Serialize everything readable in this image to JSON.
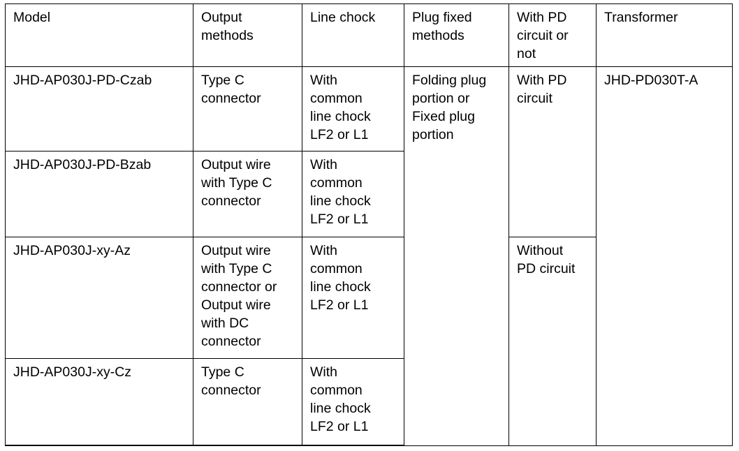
{
  "table": {
    "columns": [
      {
        "key": "model",
        "label": "Model"
      },
      {
        "key": "output",
        "label": "Output\nmethods"
      },
      {
        "key": "chock",
        "label": "Line chock"
      },
      {
        "key": "plug",
        "label": "Plug fixed\nmethods"
      },
      {
        "key": "pd",
        "label": "With PD\ncircuit or\nnot"
      },
      {
        "key": "transformer",
        "label": "Transformer"
      }
    ],
    "rows": [
      {
        "model": "JHD-AP030J-PD-Czab",
        "output": "Type C\nconnector",
        "chock": "With\ncommon\nline chock\nLF2 or L1"
      },
      {
        "model": "JHD-AP030J-PD-Bzab",
        "output": "Output wire\nwith Type C\nconnector",
        "chock": "With\ncommon\nline chock\nLF2 or L1"
      },
      {
        "model": "JHD-AP030J-xy-Az",
        "output": "Output wire\nwith Type C\nconnector or\nOutput wire\nwith DC\nconnector",
        "chock": "With\ncommon\nline chock\nLF2 or L1"
      },
      {
        "model": "JHD-AP030J-xy-Cz",
        "output": "Type C\nconnector",
        "chock": "With\ncommon\nline chock\nLF2 or L1"
      }
    ],
    "merged": {
      "plug_all_rows": "Folding plug\nportion or\nFixed plug\nportion",
      "pd_rows_1_2": "With PD\ncircuit",
      "pd_rows_3_4": "Without\nPD circuit",
      "transformer_all_rows": "JHD-PD030T-A"
    }
  }
}
